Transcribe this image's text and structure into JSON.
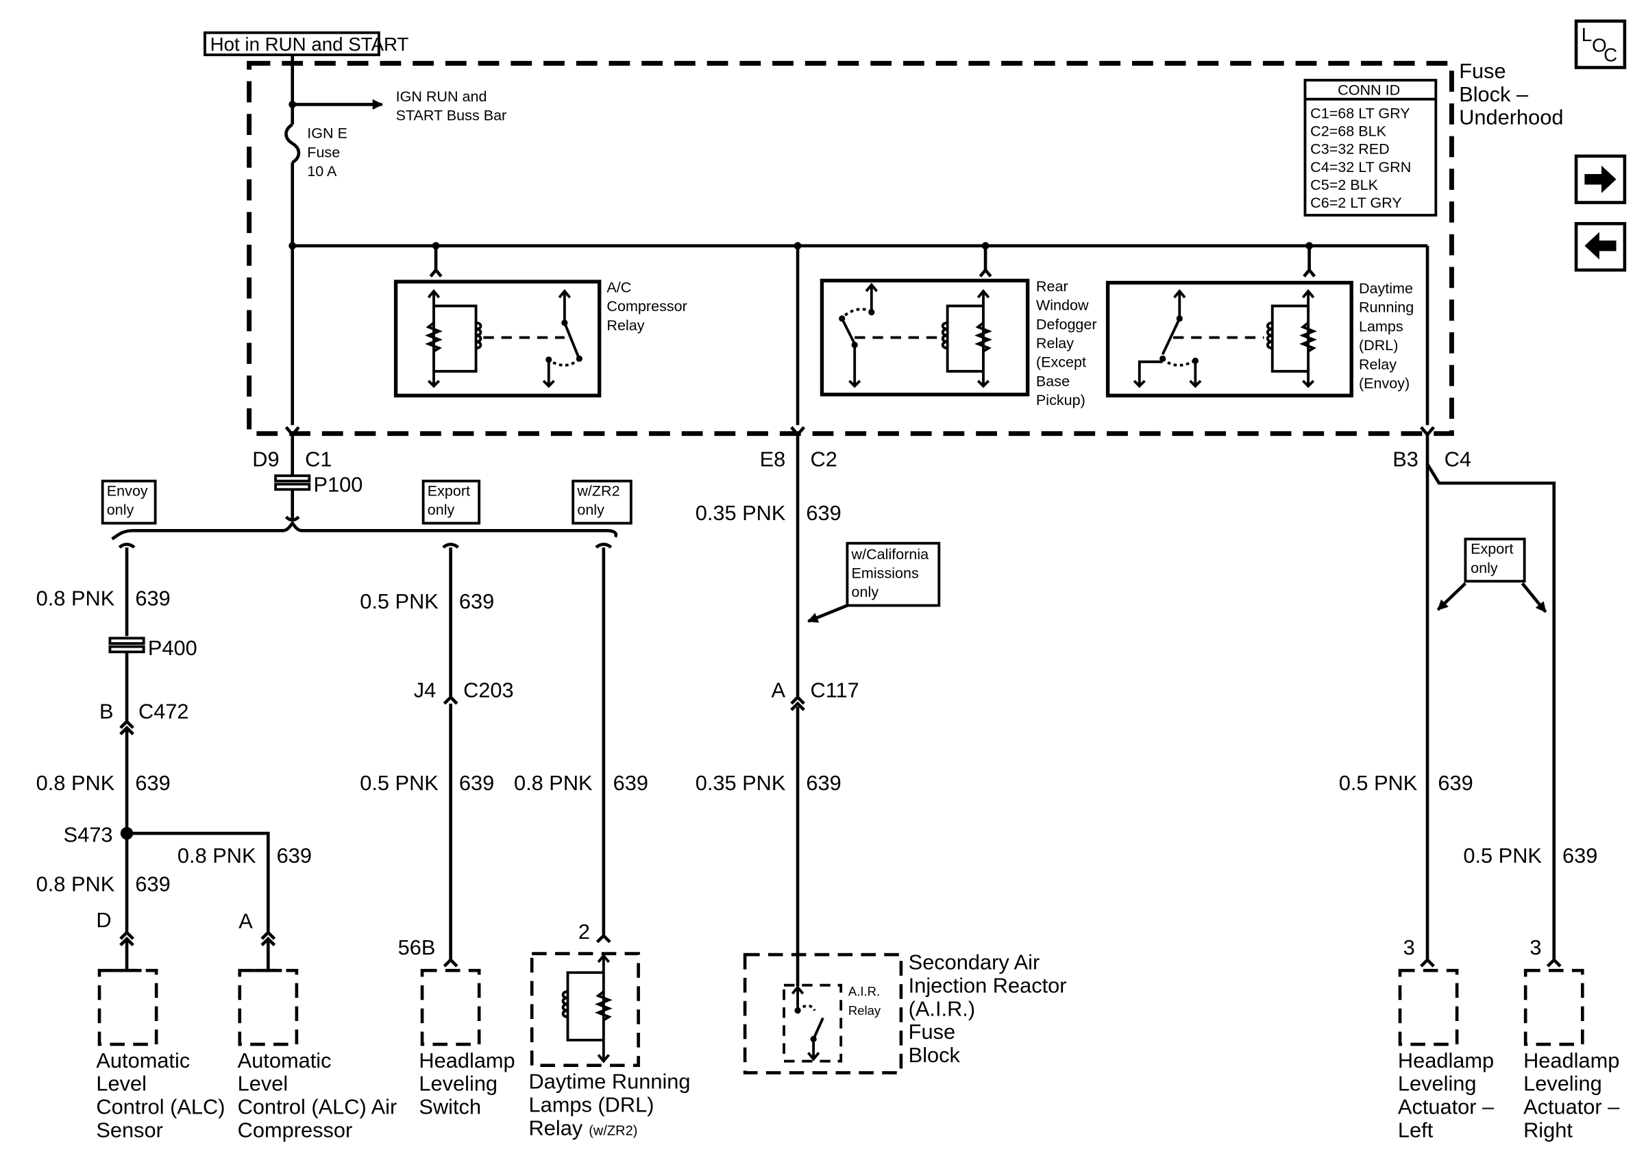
{
  "header": {
    "power_label": "Hot in RUN and START"
  },
  "nav": {
    "loc_main": "L",
    "loc_o": "O",
    "loc_c": "C"
  },
  "fuse_block": {
    "title_lines": [
      "Fuse",
      "Block –",
      "Underhood"
    ],
    "bus_lines": [
      "IGN RUN and",
      "START Buss Bar"
    ],
    "fuse_lines": [
      "IGN E",
      "Fuse",
      "10 A"
    ]
  },
  "conn_table": {
    "header": "CONN ID",
    "rows": [
      "C1=68 LT GRY",
      "C2=68 BLK",
      "C3=32 RED",
      "C4=32 LT GRN",
      "C5=2 BLK",
      "C6=2 LT GRY"
    ]
  },
  "relays": {
    "ac": [
      "A/C",
      "Compressor",
      "Relay"
    ],
    "defog": [
      "Rear",
      "Window",
      "Defogger",
      "Relay",
      "(Except",
      "Base",
      "Pickup)"
    ],
    "drl": [
      "Daytime",
      "Running",
      "Lamps",
      "(DRL)",
      "Relay",
      "(Envoy)"
    ]
  },
  "connectors": {
    "d9": "D9",
    "c1": "C1",
    "p100": "P100",
    "e8": "E8",
    "c2": "C2",
    "b3": "B3",
    "c4": "C4",
    "p400": "P400",
    "b": "B",
    "c472": "C472",
    "j4": "J4",
    "c203": "C203",
    "a_c117": "A",
    "c117": "C117",
    "s473": "S473",
    "d": "D",
    "a_alc": "A",
    "p56b": "56B",
    "p2": "2",
    "p3_left": "3",
    "p3_right": "3"
  },
  "notes": {
    "envoy": [
      "Envoy",
      "only"
    ],
    "export1": [
      "Export",
      "only"
    ],
    "zr2": [
      "w/ZR2",
      "only"
    ],
    "california": [
      "w/California",
      "Emissions",
      "only"
    ],
    "export2": [
      "Export",
      "only"
    ]
  },
  "wires": {
    "c2_top": [
      "0.35 PNK",
      "639"
    ],
    "alc_top": [
      "0.8 PNK",
      "639"
    ],
    "alc_mid": [
      "0.8 PNK",
      "639"
    ],
    "alc_sensor": [
      "0.8 PNK",
      "639"
    ],
    "alc_comp": [
      "0.8 PNK",
      "639"
    ],
    "switch_top": [
      "0.5 PNK",
      "639"
    ],
    "switch_bot": [
      "0.5 PNK",
      "639"
    ],
    "drl_relay": [
      "0.8 PNK",
      "639"
    ],
    "air_bot": [
      "0.35 PNK",
      "639"
    ],
    "act_left": [
      "0.5 PNK",
      "639"
    ],
    "act_right": [
      "0.5 PNK",
      "639"
    ]
  },
  "components": {
    "alc_sensor": [
      "Automatic",
      "Level",
      "Control (ALC)",
      "Sensor"
    ],
    "alc_comp": [
      "Automatic",
      "Level",
      "Control (ALC) Air",
      "Compressor"
    ],
    "hl_switch": [
      "Headlamp",
      "Leveling",
      "Switch"
    ],
    "drl_relay": [
      "Daytime Running",
      "Lamps (DRL)",
      "Relay"
    ],
    "drl_relay_note": "(w/ZR2)",
    "air_fuse": [
      "Secondary Air",
      "Injection Reactor",
      "(A.I.R.)",
      "Fuse",
      "Block"
    ],
    "air_relay": [
      "A.I.R.",
      "Relay"
    ],
    "act_left": [
      "Headlamp",
      "Leveling",
      "Actuator –",
      "Left"
    ],
    "act_right": [
      "Headlamp",
      "Leveling",
      "Actuator –",
      "Right"
    ]
  }
}
